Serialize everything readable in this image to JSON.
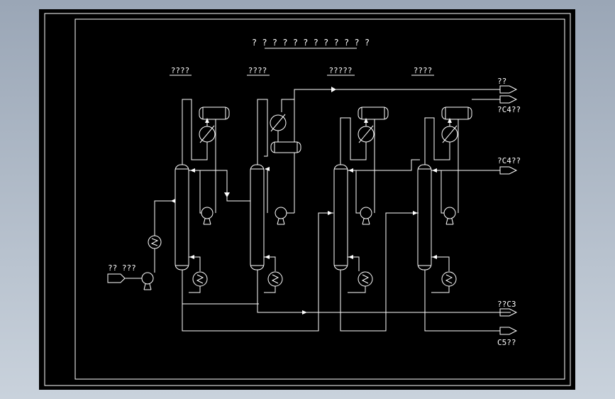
{
  "drawing": {
    "title": "? ? ? ? ? ? ? ? ? ? ? ?",
    "section_labels": [
      "????",
      "????",
      "?????",
      "????"
    ]
  },
  "streams": {
    "feed": "?? ???",
    "top_product": "??",
    "c4_top": "?C4??",
    "c4_side": "?C4??",
    "c3_bottom": "??C3",
    "c5_bottom": "C5??"
  },
  "colors": {
    "canvas_bg": "#000000",
    "line": "#ffffff",
    "viewport_bg": "#b3bdc9"
  }
}
